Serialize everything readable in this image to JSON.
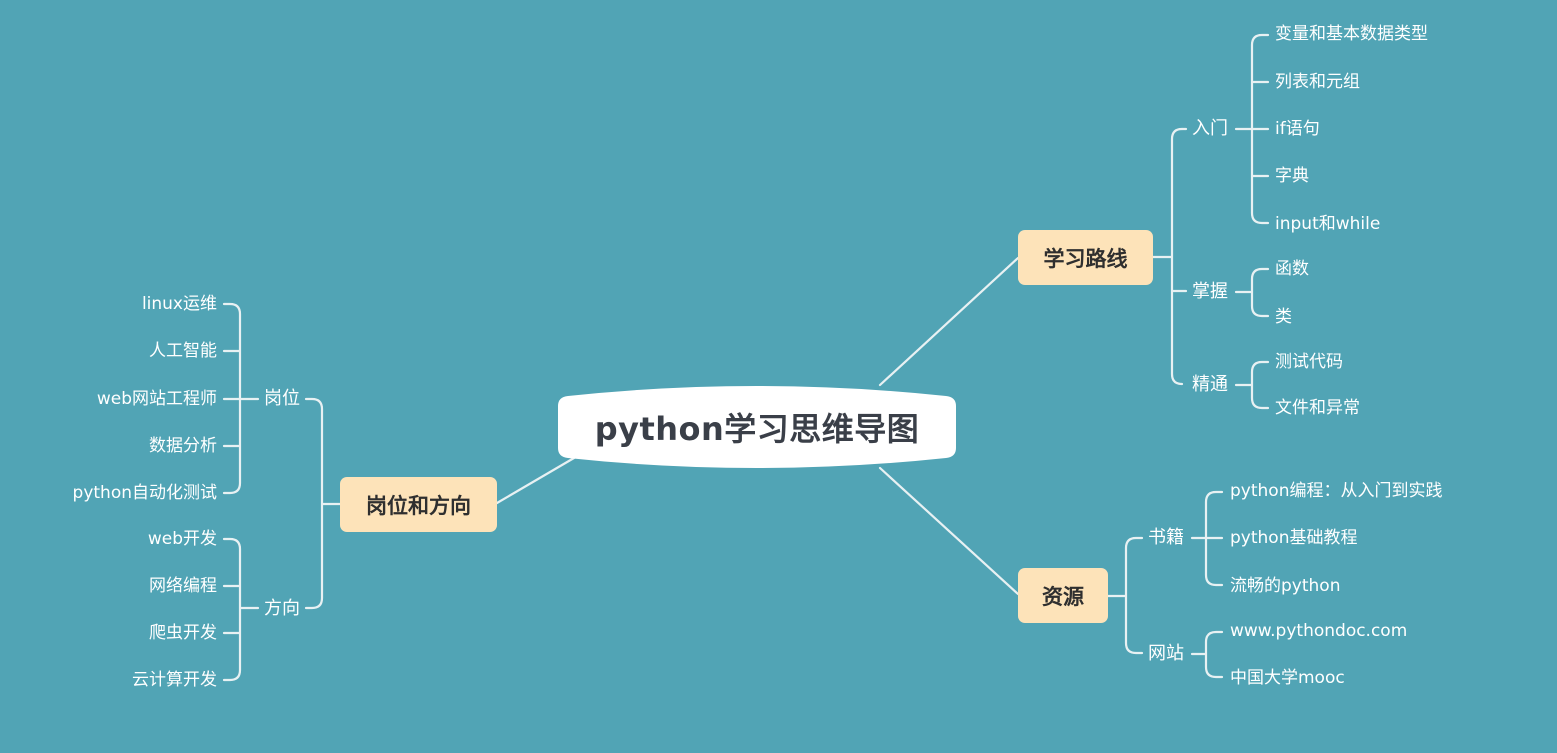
{
  "center": {
    "label": "python学习思维导图"
  },
  "right_top": {
    "label": "学习路线",
    "groups": [
      {
        "label": "入门",
        "items": [
          "变量和基本数据类型",
          "列表和元组",
          "if语句",
          "字典",
          "input和while"
        ]
      },
      {
        "label": "掌握",
        "items": [
          "函数",
          "类"
        ]
      },
      {
        "label": "精通",
        "items": [
          "测试代码",
          "文件和异常"
        ]
      }
    ]
  },
  "right_bottom": {
    "label": "资源",
    "groups": [
      {
        "label": "书籍",
        "items": [
          "python编程：从入门到实践",
          "python基础教程",
          "流畅的python"
        ]
      },
      {
        "label": "网站",
        "items": [
          "www.pythondoc.com",
          "中国大学mooc"
        ]
      }
    ]
  },
  "left": {
    "label": "岗位和方向",
    "groups": [
      {
        "label": "岗位",
        "items": [
          "linux运维",
          "人工智能",
          "web网站工程师",
          "数据分析",
          "python自动化测试"
        ]
      },
      {
        "label": "方向",
        "items": [
          "web开发",
          "网络编程",
          "爬虫开发",
          "云计算开发"
        ]
      }
    ]
  },
  "colors": {
    "background": "#51a4b5",
    "main_node": "#fde3b9",
    "center_node": "#ffffff",
    "line": "#e6f0f2",
    "text": "#ffffff"
  }
}
